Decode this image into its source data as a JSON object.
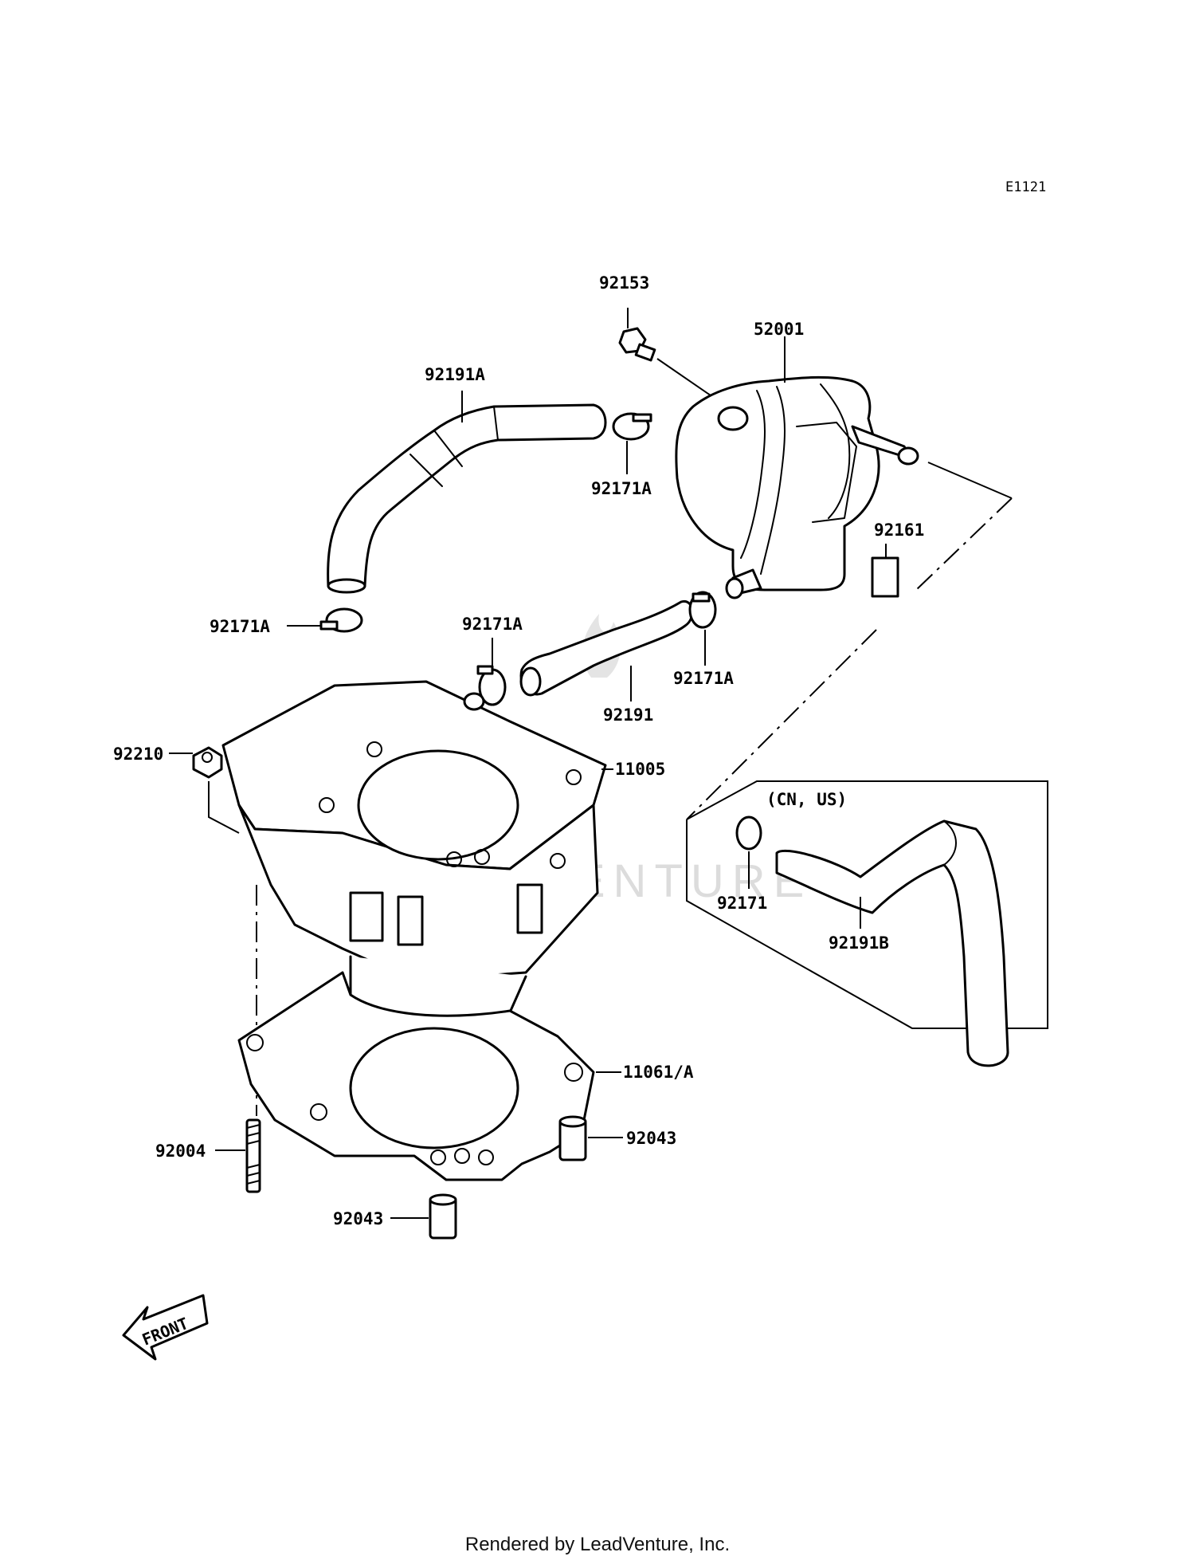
{
  "diagram_code": "E1121",
  "watermark": "LEADVENTURE",
  "front_label": "FRONT",
  "inset_note": "(CN, US)",
  "labels": {
    "p92153": "92153",
    "p52001": "52001",
    "p92191A": "92191A",
    "p92171A_top": "92171A",
    "p92161": "92161",
    "p92171A_left": "92171A",
    "p92171A_mid": "92171A",
    "p92171A_right": "92171A",
    "p92191": "92191",
    "p92210": "92210",
    "p11005": "11005",
    "p92171": "92171",
    "p92191B": "92191B",
    "p11061A": "11061/A",
    "p92043_right": "92043",
    "p92004": "92004",
    "p92043_left": "92043"
  },
  "footer": "Rendered by LeadVenture, Inc."
}
